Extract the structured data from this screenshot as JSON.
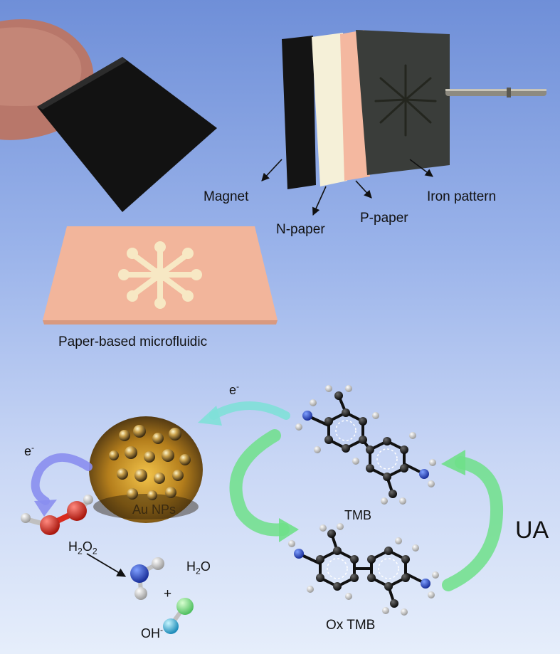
{
  "layers": {
    "magnet": "Magnet",
    "n_paper": "N-paper",
    "p_paper": "P-paper",
    "iron_pattern": "Iron pattern"
  },
  "device_caption": "Paper-based microfluidic",
  "nanoparticle_label": "Au NPs",
  "molecules": {
    "tmb": "TMB",
    "ox_tmb": "Ox TMB",
    "ua": "UA",
    "h2o2": {
      "base": "H",
      "sub1": "2",
      "mid": "O",
      "sub2": "2"
    },
    "water": {
      "base": "H",
      "sub": "2",
      "tail": "O"
    },
    "hydroxide": {
      "base": "OH",
      "sup": "-"
    },
    "plus": "+"
  },
  "electron": {
    "base": "e",
    "sup": "-"
  },
  "colors": {
    "magnet": "#141414",
    "n_paper": "#f5f0d8",
    "p_paper": "#f4b8a0",
    "iron": "#3a3d3a",
    "paper_pink": "#f2b59b",
    "pattern": "#f7e8c4",
    "arrow_cyan": "#7fe0d8",
    "arrow_green": "#6fe08a",
    "arrow_blue": "#8a8ef0",
    "oxygen_red": "#d92a1e",
    "nitrogen_blue": "#2448c8",
    "carbon": "#222222",
    "hydrogen": "#e8e8e8"
  }
}
